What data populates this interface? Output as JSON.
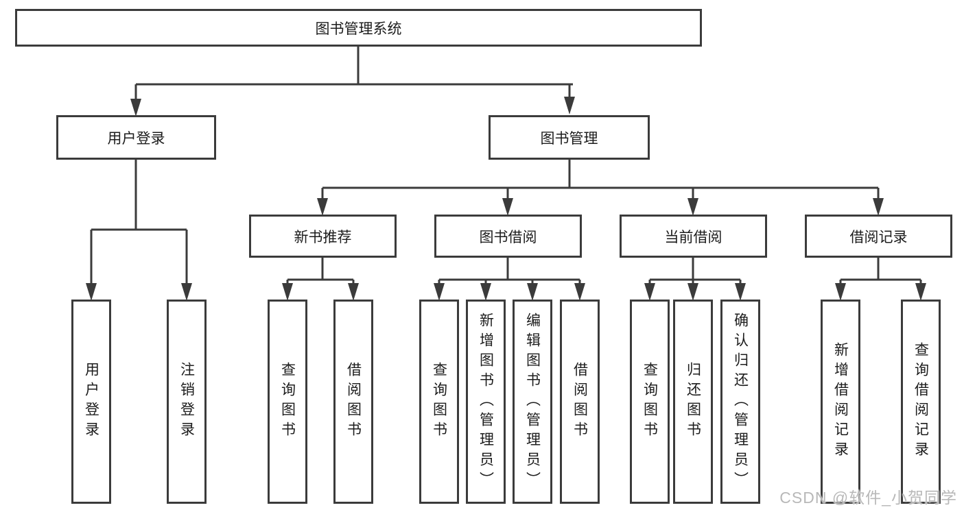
{
  "tree": {
    "root": "图书管理系统",
    "branches": [
      {
        "label": "用户登录",
        "children": [
          "用户登录",
          "注销登录"
        ]
      },
      {
        "label": "图书管理",
        "sections": [
          {
            "label": "新书推荐",
            "children": [
              "查询图书",
              "借阅图书"
            ]
          },
          {
            "label": "图书借阅",
            "children": [
              "查询图书",
              "新增图书（管理员）",
              "编辑图书（管理员）",
              "借阅图书"
            ]
          },
          {
            "label": "当前借阅",
            "children": [
              "查询图书",
              "归还图书",
              "确认归还（管理员）"
            ]
          },
          {
            "label": "借阅记录",
            "children": [
              "新增借阅记录",
              "查询借阅记录"
            ]
          }
        ]
      }
    ]
  },
  "watermark": "CSDN @软件_小贺同学",
  "colors": {
    "line": "#3b3b3b",
    "text": "#1c1c1c",
    "watermark": "#b8b8b8",
    "background": "#ffffff"
  }
}
